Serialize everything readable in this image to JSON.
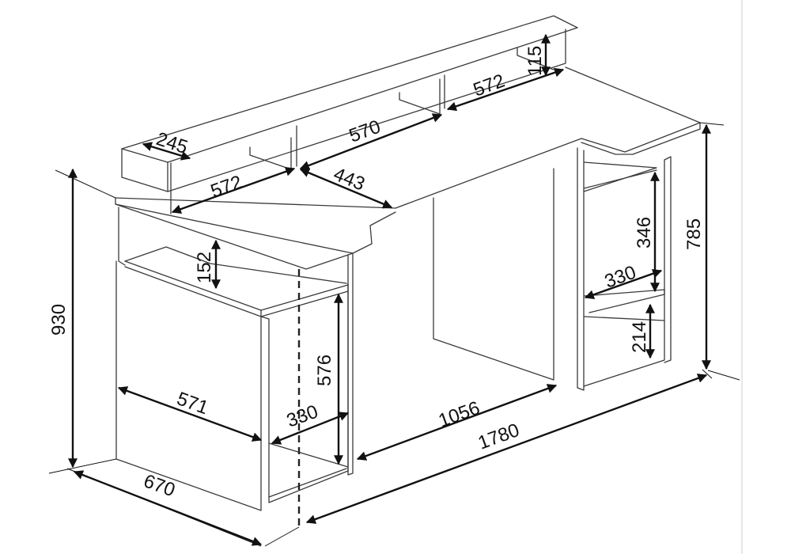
{
  "dimensions": {
    "shelf_depth": "245",
    "riser_height": "115",
    "shelf_left_width": "572",
    "shelf_middle_width": "570",
    "shelf_right_width": "572",
    "desk_wing_depth": "443",
    "open_shelf_height": "152",
    "cabinet_inner_height": "576",
    "cabinet_width": "571",
    "cabinet_depth": "330",
    "side_rack_top_height": "346",
    "side_rack_depth": "330",
    "side_rack_bottom_height": "214",
    "desk_height_right": "785",
    "total_height": "930",
    "knee_space_width": "1056",
    "total_width": "1780",
    "total_depth": "670"
  }
}
